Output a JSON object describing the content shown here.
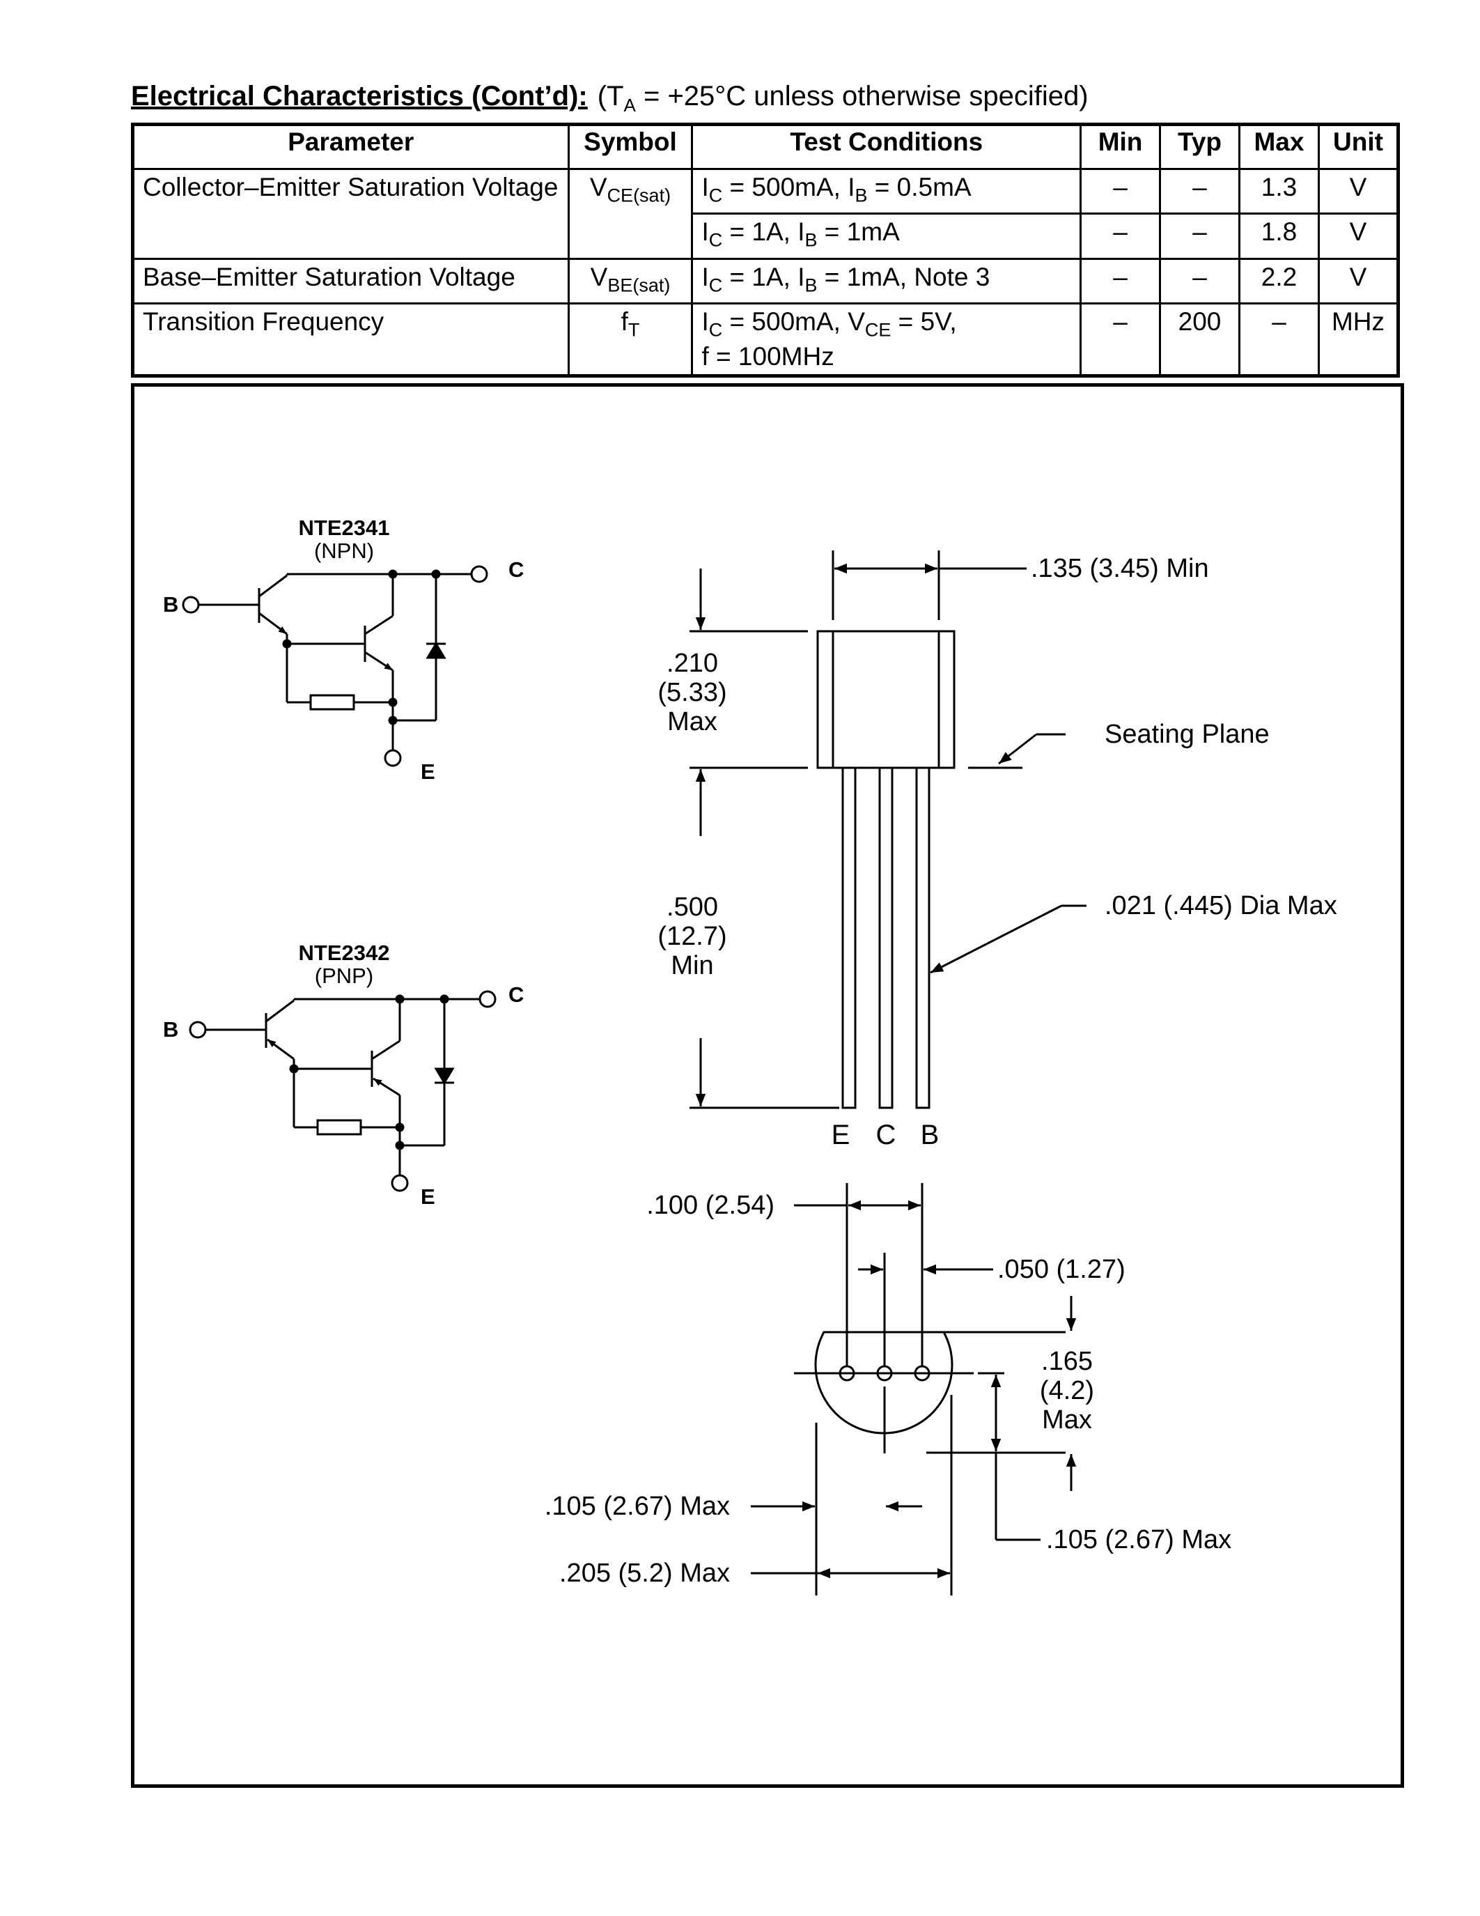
{
  "heading": {
    "title": "Electrical Characteristics (Cont’d):",
    "cond_open": "(T",
    "cond_sub": "A",
    "cond_rest": " = +25°C unless otherwise specified)"
  },
  "table": {
    "headers": [
      "Parameter",
      "Symbol",
      "Test Conditions",
      "Min",
      "Typ",
      "Max",
      "Unit"
    ],
    "rows": [
      {
        "parameter": "Collector–Emitter Saturation Voltage",
        "symbol": {
          "main": "V",
          "sub": "CE(sat)"
        },
        "conditions": [
          {
            "t1": "I",
            "s1": "C",
            "t2": " = 500mA, I",
            "s2": "B",
            "t3": " = 0.5mA",
            "min": "–",
            "typ": "–",
            "max": "1.3",
            "unit": "V"
          },
          {
            "t1": "I",
            "s1": "C",
            "t2": " = 1A, I",
            "s2": "B",
            "t3": " = 1mA",
            "min": "–",
            "typ": "–",
            "max": "1.8",
            "unit": "V"
          }
        ]
      },
      {
        "parameter": "Base–Emitter Saturation Voltage",
        "symbol": {
          "main": "V",
          "sub": "BE(sat)"
        },
        "conditions": [
          {
            "t1": "I",
            "s1": "C",
            "t2": " = 1A, I",
            "s2": "B",
            "t3": " = 1mA, Note 3",
            "min": "–",
            "typ": "–",
            "max": "2.2",
            "unit": "V"
          }
        ]
      },
      {
        "parameter": "Transition Frequency",
        "symbol": {
          "main": "f",
          "sub": "T"
        },
        "conditions": [
          {
            "t1": "I",
            "s1": "C",
            "t2": " = 500mA, V",
            "s2": "CE",
            "t3": " = 5V,",
            "line2": "f = 100MHz",
            "min": "–",
            "typ": "200",
            "max": "–",
            "unit": "MHz"
          }
        ]
      }
    ]
  },
  "schematics": {
    "npn": {
      "part": "NTE2341",
      "type": "(NPN)",
      "b": "B",
      "c": "C",
      "e": "E"
    },
    "pnp": {
      "part": "NTE2342",
      "type": "(PNP)",
      "b": "B",
      "c": "C",
      "e": "E"
    }
  },
  "package": {
    "dim_width": ".135 (3.45) Min",
    "dim_height_1": ".210",
    "dim_height_2": "(5.33)",
    "dim_height_3": "Max",
    "seating_plane": "Seating Plane",
    "dim_lead_1": ".500",
    "dim_lead_2": "(12.7)",
    "dim_lead_3": "Min",
    "lead_dia": ".021 (.445) Dia Max",
    "pin_e": "E",
    "pin_c": "C",
    "pin_b": "B",
    "pitch_100": ".100 (2.54)",
    "pitch_050": ".050 (1.27)",
    "dim_165_1": ".165",
    "dim_165_2": "(4.2)",
    "dim_165_3": "Max",
    "dim_105_left": ".105 (2.67) Max",
    "dim_105_right": ".105 (2.67) Max",
    "dim_205": ".205 (5.2) Max"
  }
}
